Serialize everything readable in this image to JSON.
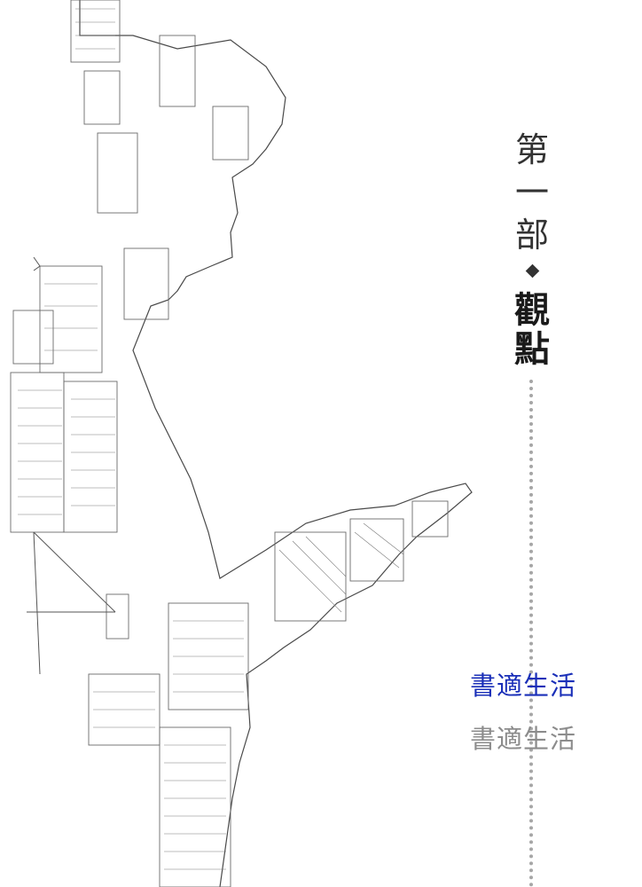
{
  "part": {
    "chars": [
      "第",
      "一",
      "部"
    ]
  },
  "title": {
    "chars": [
      "觀",
      "點"
    ]
  },
  "brand": {
    "primary": "書適生活",
    "secondary": "書適生活"
  },
  "colors": {
    "brand_primary": "#1a2fb8",
    "brand_secondary": "#8c8c8c",
    "ink": "#333333",
    "dots": "#a6a6a6"
  }
}
